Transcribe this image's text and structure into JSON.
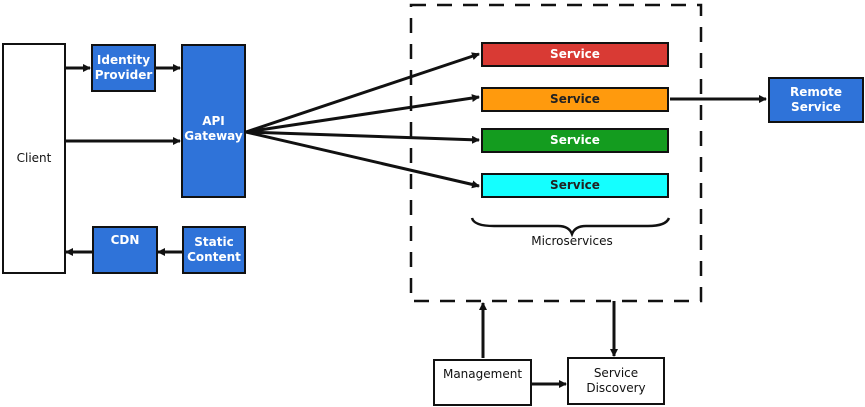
{
  "nodes": {
    "client": "Client",
    "identity_provider": "Identity\nProvider",
    "api_gateway": "API\nGateway",
    "cdn": "CDN",
    "static_content": "Static\nContent",
    "remote_service": "Remote\nService",
    "management": "Management",
    "service_discovery": "Service\nDiscovery"
  },
  "services": [
    {
      "label": "Service",
      "color": "#d93a34"
    },
    {
      "label": "Service",
      "color": "#ff9a0d"
    },
    {
      "label": "Service",
      "color": "#149c1f"
    },
    {
      "label": "Service",
      "color": "#14ffff"
    }
  ],
  "microservices_label": "Microservices",
  "colors": {
    "node_blue": "#2f73d9",
    "line": "#111111"
  }
}
